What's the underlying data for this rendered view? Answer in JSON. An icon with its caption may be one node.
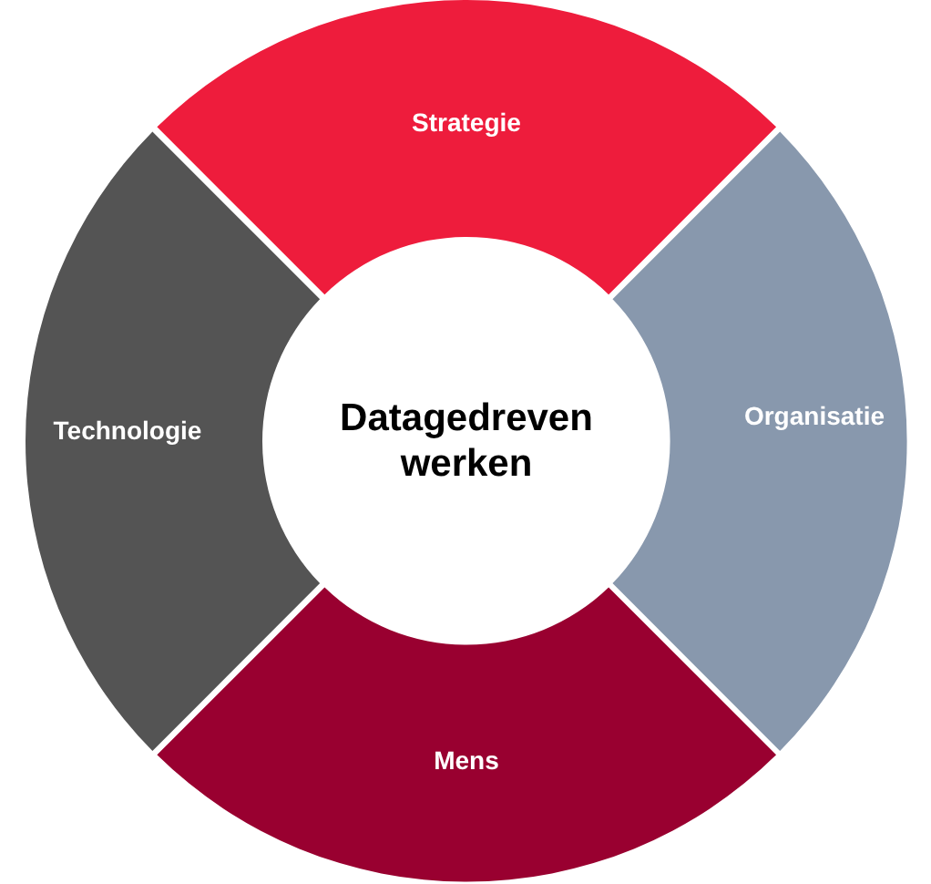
{
  "diagram": {
    "nodes": [
      {
        "text": [
          "Datagedreven werken"
        ]
      },
      {
        "text": [
          "Strategie"
        ]
      },
      {
        "text": [
          "Organisatie"
        ]
      },
      {
        "text": [
          "Mens"
        ]
      },
      {
        "text": [
          "Technologie"
        ]
      }
    ]
  }
}
